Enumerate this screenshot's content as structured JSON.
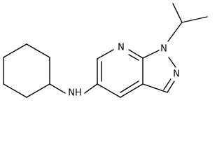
{
  "molecule": {
    "atoms": {
      "nh": "NH",
      "n_pyridine": "N",
      "n1": "N",
      "n2": "N"
    }
  }
}
